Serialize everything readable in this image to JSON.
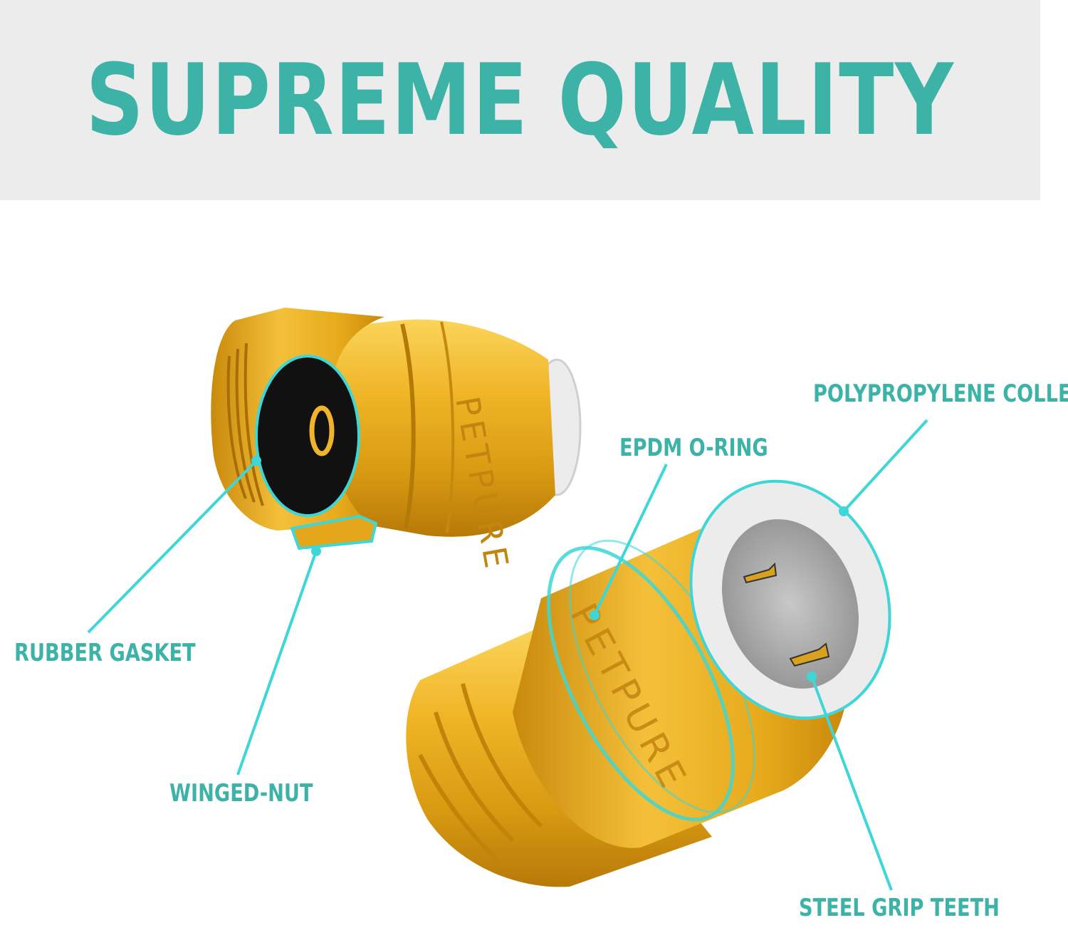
{
  "banner": {
    "title": "SUPREME QUALITY",
    "background": "#ececec",
    "text_color": "#3db3a7"
  },
  "product": {
    "engraving": "PETPURE"
  },
  "callouts": {
    "collet": "POLYPROPYLENE COLLET",
    "oring": "EPDM O-RING",
    "gasket": "RUBBER GASKET",
    "nut": "WINGED-NUT",
    "teeth": "STEEL GRIP TEETH"
  },
  "colors": {
    "accent": "#3db3a7",
    "leader": "#3ed6d6",
    "brass": "#e3a81c",
    "collet": "#ececec",
    "gasket": "#111111"
  }
}
